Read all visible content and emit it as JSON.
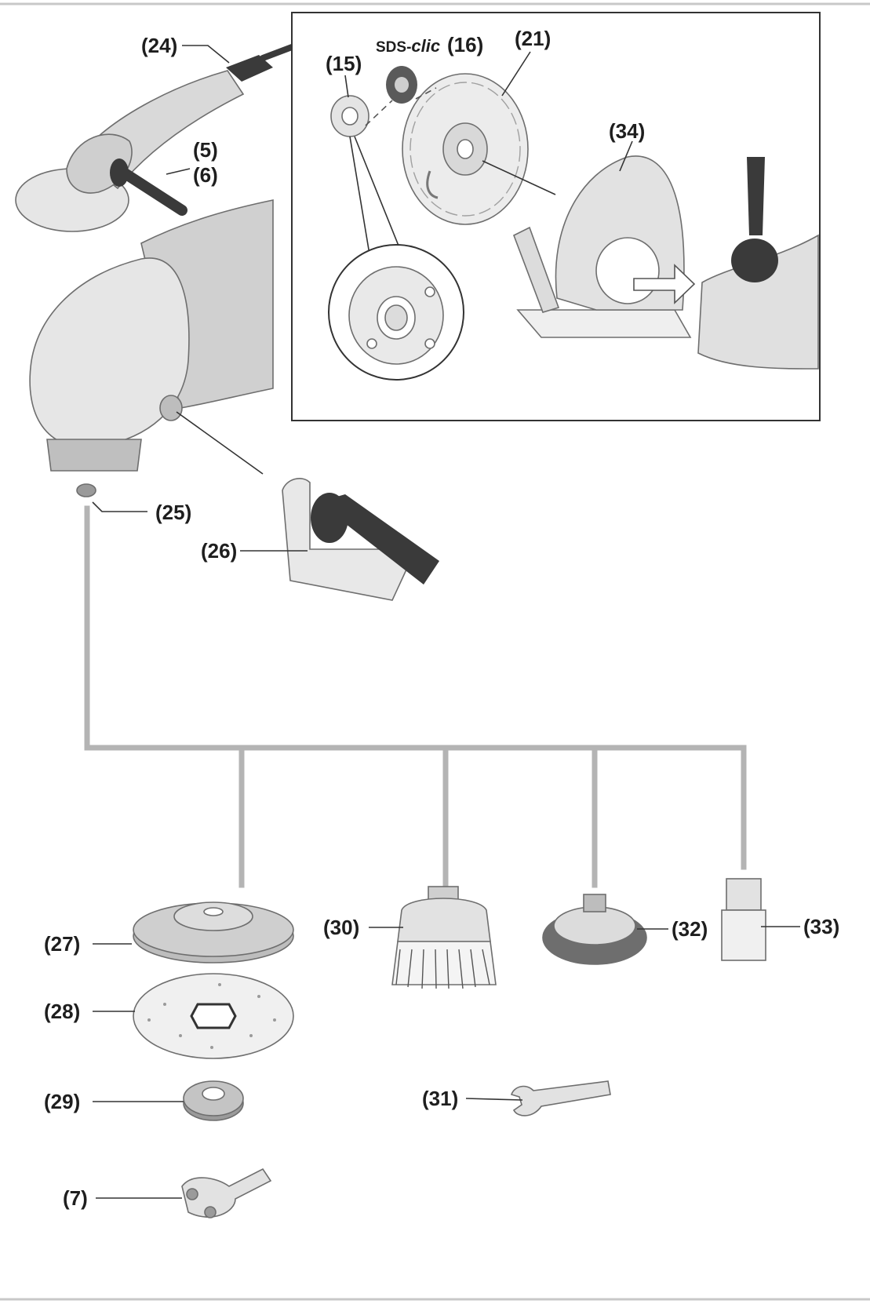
{
  "labels": {
    "p24": "(24)",
    "p5": "(5)",
    "p6": "(6)",
    "p15": "(15)",
    "p16": "(16)",
    "p16_brand_a": "SDS-",
    "p16_brand_b": "clic",
    "p21": "(21)",
    "p34": "(34)",
    "p25": "(25)",
    "p26": "(26)",
    "p27": "(27)",
    "p28": "(28)",
    "p29": "(29)",
    "p7": "(7)",
    "p30": "(30)",
    "p31": "(31)",
    "p32": "(32)",
    "p33": "(33)"
  },
  "colors": {
    "line_art": "#6e6e6e",
    "connector_tree": "#b4b4b4",
    "dark_grip": "#3a3a3a",
    "label_text": "#1e1e1e"
  }
}
